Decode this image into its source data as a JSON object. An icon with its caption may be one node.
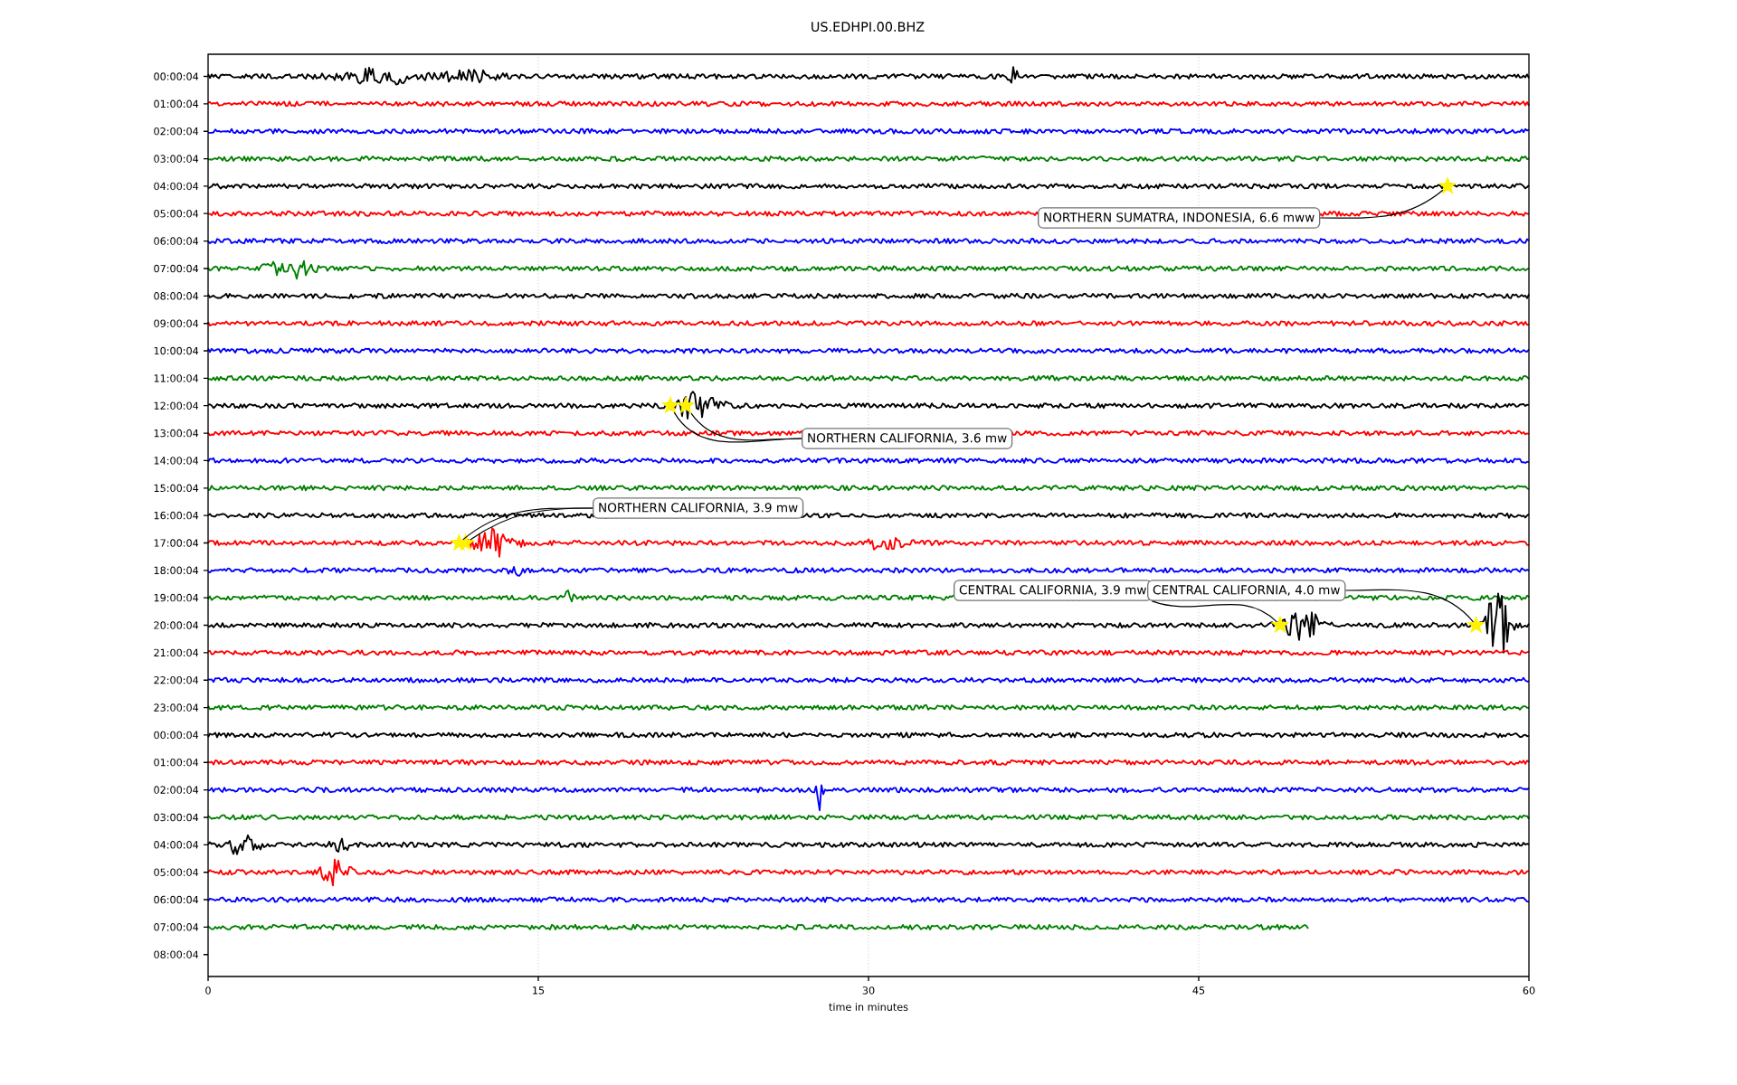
{
  "diagram": {
    "title": "US.EDHPI.00.BHZ",
    "nodes": [
      {
        "text": [
          "NORTHERN SUMATRA, INDONESIA, 6.6 mww"
        ]
      },
      {
        "text": [],
        "shape": "star"
      },
      {
        "text": [],
        "shape": "star"
      },
      {
        "text": [],
        "shape": "star"
      },
      {
        "text": [
          "NORTHERN CALIFORNIA, 3.6 mw"
        ]
      },
      {
        "text": [
          "NORTHERN CALIFORNIA, 3.9 mw"
        ]
      },
      {
        "text": [],
        "shape": "star"
      },
      {
        "text": [],
        "shape": "star"
      },
      {
        "text": [
          "CENTRAL CALIFORNIA, 3.9 mw"
        ]
      },
      {
        "text": [
          "CENTRAL CALIFORNIA, 4.0 mw"
        ]
      },
      {
        "text": [],
        "shape": "star"
      },
      {
        "text": [],
        "shape": "star"
      }
    ],
    "edges": [
      {
        "from": 0,
        "to": 1,
        "arrow": "none"
      },
      {
        "from": 4,
        "to": 2,
        "arrow": "none"
      },
      {
        "from": 4,
        "to": 3,
        "arrow": "none"
      },
      {
        "from": 5,
        "to": 6,
        "arrow": "none"
      },
      {
        "from": 5,
        "to": 7,
        "arrow": "none"
      },
      {
        "from": 8,
        "to": 10,
        "arrow": "none"
      },
      {
        "from": 9,
        "to": 11,
        "arrow": "none"
      }
    ],
    "labels": [
      "00:00:04",
      "01:00:04",
      "02:00:04",
      "03:00:04",
      "04:00:04",
      "05:00:04",
      "06:00:04",
      "07:00:04",
      "08:00:04",
      "09:00:04",
      "10:00:04",
      "11:00:04",
      "12:00:04",
      "13:00:04",
      "14:00:04",
      "15:00:04",
      "16:00:04",
      "17:00:04",
      "18:00:04",
      "19:00:04",
      "20:00:04",
      "21:00:04",
      "22:00:04",
      "23:00:04",
      "00:00:04",
      "01:00:04",
      "02:00:04",
      "03:00:04",
      "04:00:04",
      "05:00:04",
      "06:00:04",
      "07:00:04",
      "08:00:04",
      "0",
      "15",
      "30",
      "45",
      "60",
      "time in minutes"
    ]
  }
}
